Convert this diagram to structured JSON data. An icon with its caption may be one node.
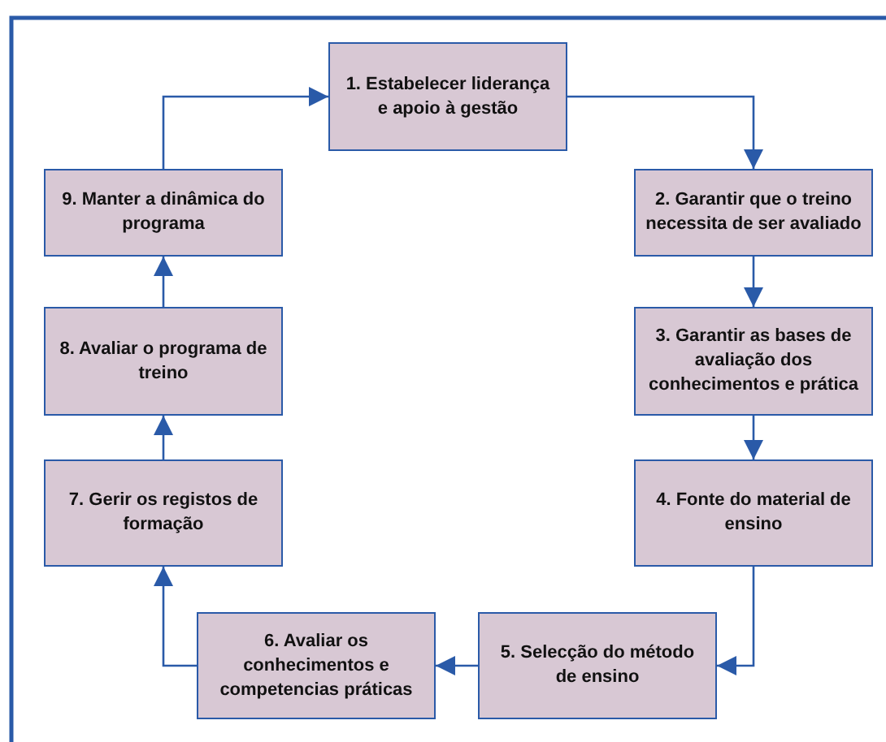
{
  "diagram": {
    "nodes": [
      {
        "text": [
          "1. Estabelecer liderança e apoio à gestão"
        ]
      },
      {
        "text": [
          "2. Garantir que o treino necessita de ser avaliado"
        ]
      },
      {
        "text": [
          "3. Garantir as bases de avaliação dos conhecimentos e prática"
        ]
      },
      {
        "text": [
          "4. Fonte do material de ensino"
        ]
      },
      {
        "text": [
          "5. Selecção do método de ensino"
        ]
      },
      {
        "text": [
          "6. Avaliar os conhecimentos e competencias práticas"
        ]
      },
      {
        "text": [
          "7. Gerir os registos de formação"
        ]
      },
      {
        "text": [
          "8. Avaliar o programa de treino"
        ]
      },
      {
        "text": [
          "9. Manter a dinâmica do programa"
        ]
      }
    ],
    "edges": [
      {
        "from": 0,
        "to": 1,
        "arrow": "to"
      },
      {
        "from": 1,
        "to": 2,
        "arrow": "to"
      },
      {
        "from": 2,
        "to": 3,
        "arrow": "to"
      },
      {
        "from": 3,
        "to": 4,
        "arrow": "to"
      },
      {
        "from": 4,
        "to": 5,
        "arrow": "to"
      },
      {
        "from": 5,
        "to": 6,
        "arrow": "to"
      },
      {
        "from": 6,
        "to": 7,
        "arrow": "to"
      },
      {
        "from": 7,
        "to": 8,
        "arrow": "to"
      },
      {
        "from": 8,
        "to": 0,
        "arrow": "to"
      }
    ]
  }
}
